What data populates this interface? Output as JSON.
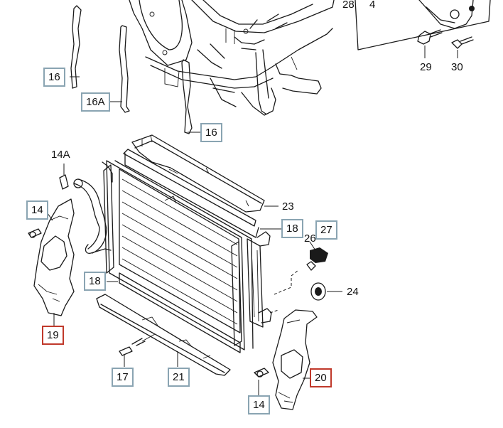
{
  "callouts": {
    "c28": "28",
    "c4": "4",
    "c16_top": "16",
    "c16a": "16A",
    "c16_mid": "16",
    "c29": "29",
    "c30": "30",
    "c14a": "14A",
    "c14_left": "14",
    "c23": "23",
    "c18_right": "18",
    "c27": "27",
    "c26": "26",
    "c18_left": "18",
    "c24": "24",
    "c19": "19",
    "c17": "17",
    "c21": "21",
    "c20": "20",
    "c14_bottom": "14"
  },
  "colors": {
    "callout_border": "#8aa4b2",
    "highlight_border": "#c0392b",
    "line_art": "#1a1a1a",
    "background": "#ffffff"
  }
}
